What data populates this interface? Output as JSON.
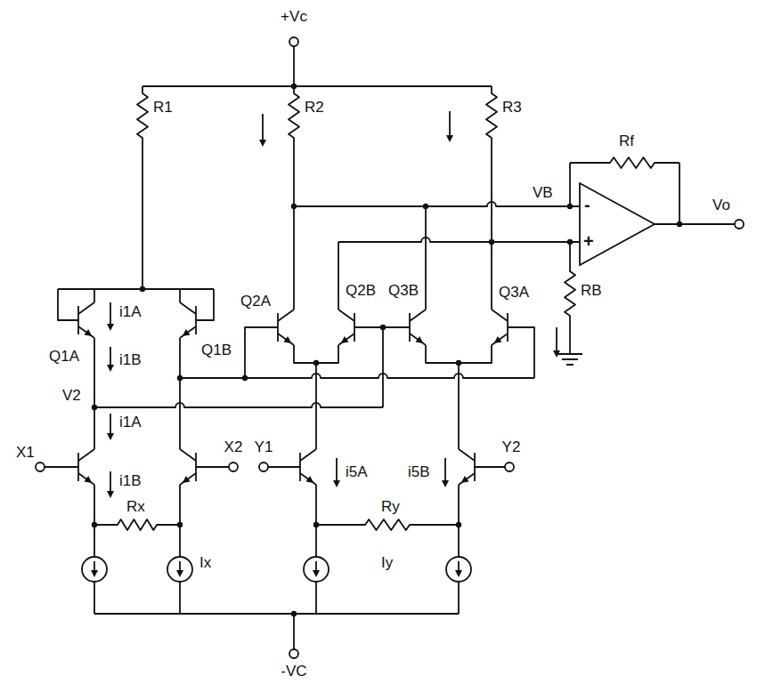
{
  "diagram": {
    "nodes": [
      {
        "text": [
          "-",
          "+"
        ]
      }
    ],
    "labels": [
      "+Vc",
      "R1",
      "R2",
      "R3",
      "Rf",
      "VB",
      "Vo",
      "Q2A",
      "Q2B",
      "Q3B",
      "Q3A",
      "RB",
      "Q1A",
      "i1A",
      "Q1B",
      "i1B",
      "V2",
      "i1A",
      "i1B",
      "X1",
      "X2",
      "Y1",
      "i5A",
      "i5B",
      "Y2",
      "Rx",
      "Ix",
      "Ry",
      "Iy",
      "-VC"
    ]
  }
}
